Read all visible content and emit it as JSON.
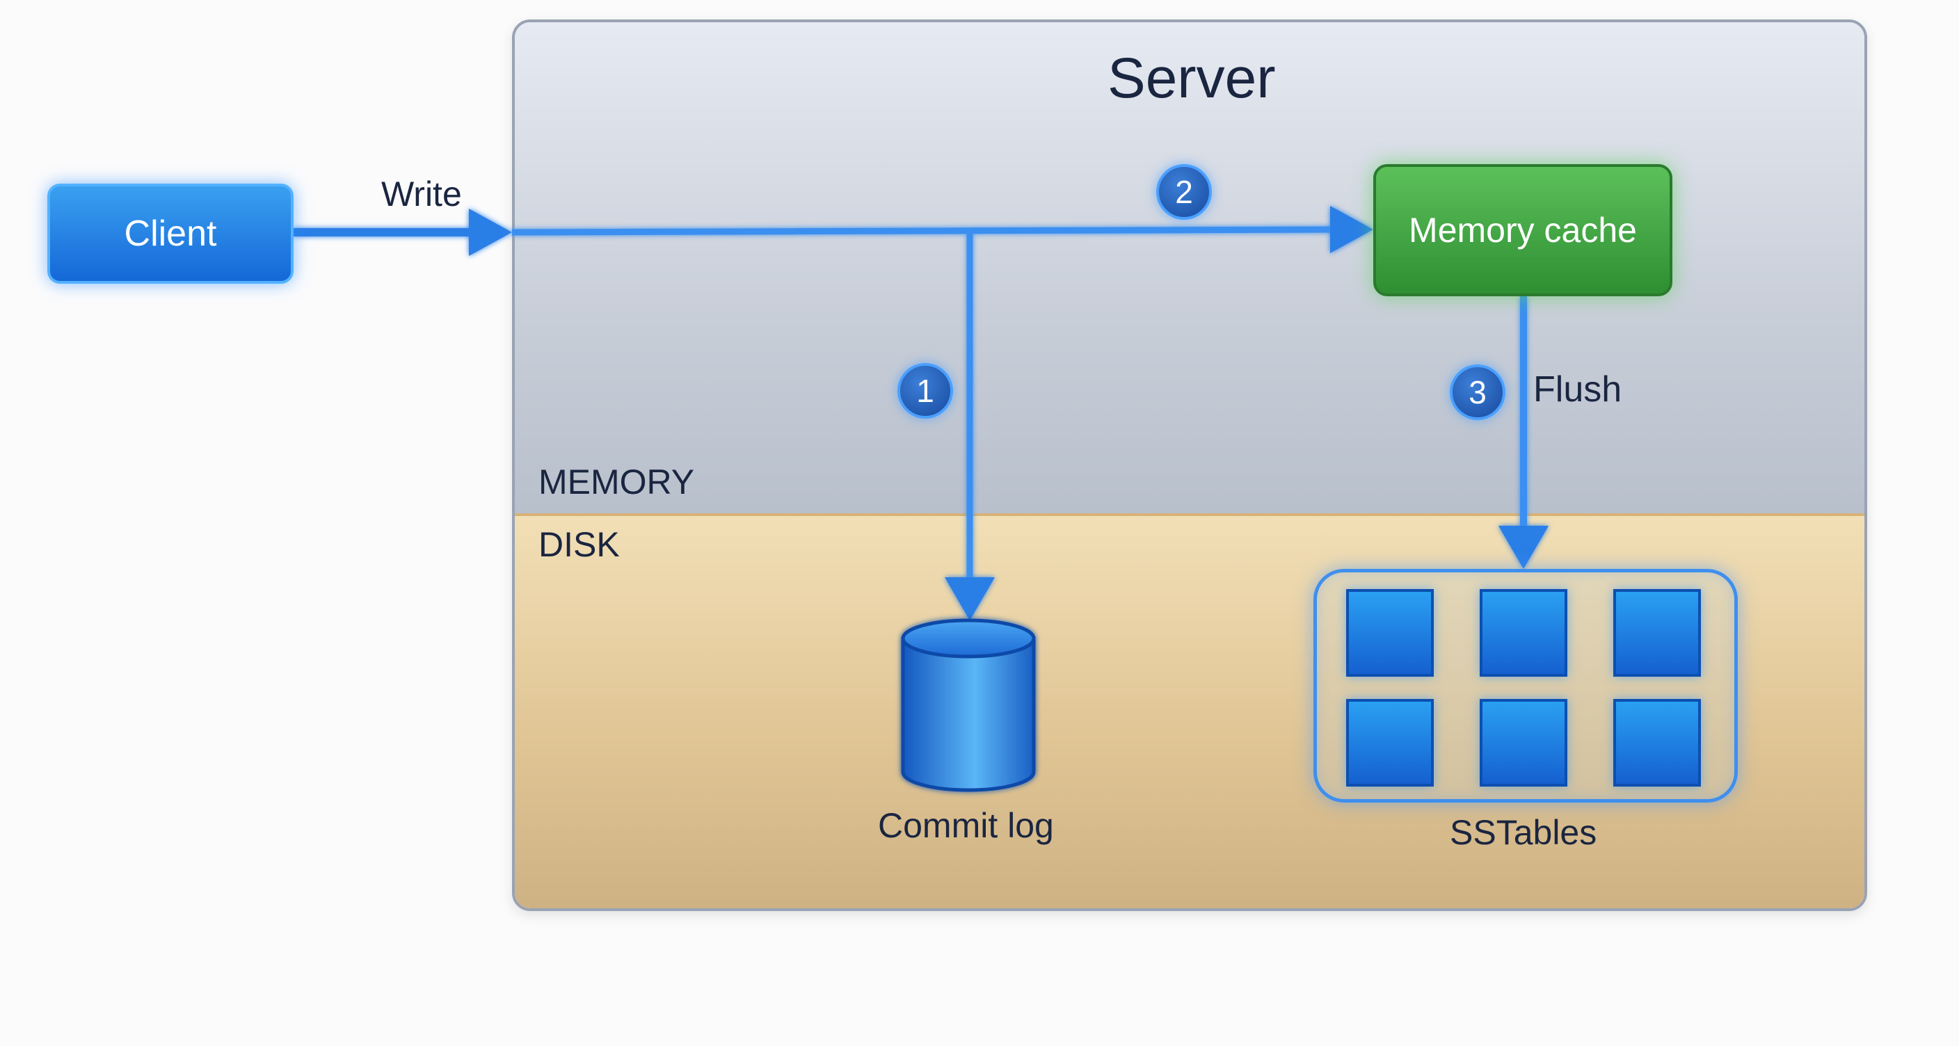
{
  "diagram": {
    "server_title": "Server",
    "regions": {
      "memory": "MEMORY",
      "disk": "DISK"
    },
    "nodes": {
      "client": "Client",
      "memory_cache": "Memory cache",
      "commit_log": "Commit log",
      "sstables": "SSTables",
      "sstable_block_count": 6
    },
    "edge_labels": {
      "write": "Write",
      "flush": "Flush"
    },
    "steps": [
      "1",
      "2",
      "3"
    ]
  },
  "colors": {
    "accent_blue": "#1e6fe0",
    "cache_green": "#3ea53e",
    "text_dark": "#1a2540",
    "disk_tan": "#e0c595",
    "memory_gray": "#c8ced8"
  }
}
